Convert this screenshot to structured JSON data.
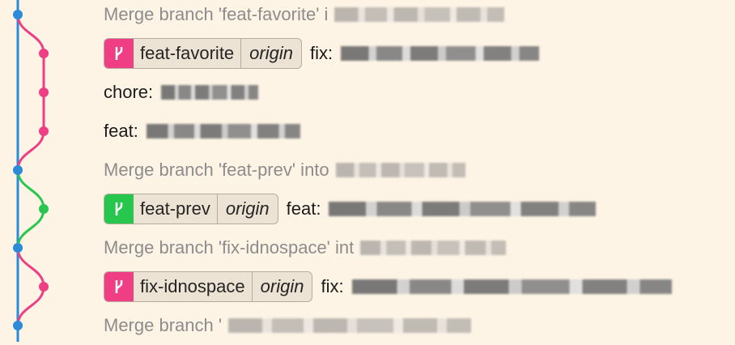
{
  "colors": {
    "blue": "#2c8bd6",
    "pink": "#ef3e84",
    "green": "#27c64d",
    "background": "#fdf4e6",
    "muted_text": "#8c8c8c"
  },
  "commits": [
    {
      "id": "c1",
      "kind": "merge",
      "lane": "main",
      "message": "Merge branch 'feat-favorite' i",
      "redacted": true
    },
    {
      "id": "c2",
      "kind": "tagged",
      "lane": "pink",
      "branch": "feat-favorite",
      "remote": "origin",
      "prefix": "fix:",
      "redacted": true,
      "icon": "branch-icon"
    },
    {
      "id": "c3",
      "kind": "plain",
      "lane": "pink",
      "prefix": "chore:",
      "redacted": true
    },
    {
      "id": "c4",
      "kind": "plain",
      "lane": "pink",
      "prefix": "feat:",
      "redacted": true
    },
    {
      "id": "c5",
      "kind": "merge",
      "lane": "main",
      "message": "Merge branch 'feat-prev' into",
      "redacted": true
    },
    {
      "id": "c6",
      "kind": "tagged",
      "lane": "green",
      "branch": "feat-prev",
      "remote": "origin",
      "prefix": "feat:",
      "redacted": true,
      "icon": "branch-icon"
    },
    {
      "id": "c7",
      "kind": "merge",
      "lane": "main",
      "message": "Merge branch 'fix-idnospace' int",
      "redacted": true
    },
    {
      "id": "c8",
      "kind": "tagged",
      "lane": "pink",
      "branch": "fix-idnospace",
      "remote": "origin",
      "prefix": "fix:",
      "redacted": true,
      "icon": "branch-icon"
    },
    {
      "id": "c9",
      "kind": "merge",
      "lane": "main",
      "message": "Merge branch '",
      "redacted": true
    }
  ]
}
